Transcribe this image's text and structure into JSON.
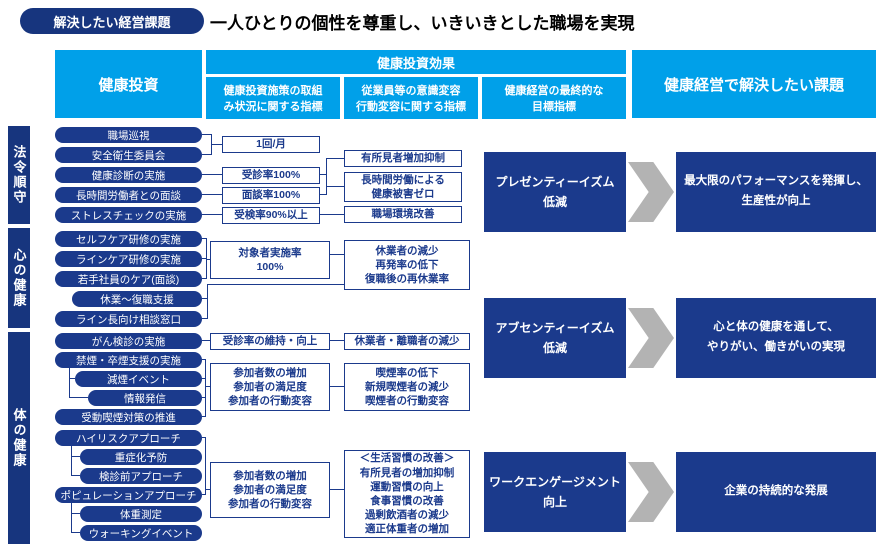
{
  "colors": {
    "navy": "#1b3a8c",
    "navy_dark": "#17357e",
    "cyan": "#00a0e9",
    "arrow_gray": "#b3b3b3"
  },
  "page": {
    "badge": "解決したい経営課題",
    "title": "一人ひとりの個性を尊重し、いきいきとした職場を実現"
  },
  "headers": {
    "investment": "健康投資",
    "effect": "健康投資効果",
    "metric_activity": "健康投資施策の取組\nみ状況に関する指標",
    "metric_behavior": "従業員等の意識変容\n行動変容に関する指標",
    "metric_target": "健康経営の最終的な\n目標指標",
    "issues": "健康経営で解決したい課題"
  },
  "categories": [
    "法令順守",
    "心の健康",
    "体の健康"
  ],
  "investments": [
    "職場巡視",
    "安全衛生委員会",
    "健康診断の実施",
    "長時間労働者との面談",
    "ストレスチェックの実施",
    "セルフケア研修の実施",
    "ラインケア研修の実施",
    "若手社員のケア(面談)",
    "休業～復職支援",
    "ライン長向け相談窓口",
    "がん検診の実施",
    "禁煙・卒煙支援の実施",
    "減煙イベント",
    "情報発信",
    "受動喫煙対策の推進",
    "ハイリスクアプローチ",
    "重症化予防",
    "検診前アプローチ",
    "ポピュレーションアプローチ",
    "体重測定",
    "ウォーキングイベント"
  ],
  "activity_metrics": [
    "1回/月",
    "受診率100%",
    "面談率100%",
    "受検率90%以上",
    "対象者実施率\n100%",
    "受診率の維持・向上",
    "参加者数の増加\n参加者の満足度\n参加者の行動変容",
    "参加者数の増加\n参加者の満足度\n参加者の行動変容"
  ],
  "behavior_metrics": [
    "有所見者増加抑制",
    "長時間労働による\n健康被害ゼロ",
    "職場環境改善",
    "休業者の減少\n再発率の低下\n復職後の再休業率",
    "休業者・離職者の減少",
    "喫煙率の低下\n新規喫煙者の減少\n喫煙者の行動変容",
    "＜生活習慣の改善＞\n有所見者の増加抑制\n運動習慣の向上\n食事習慣の改善\n過剰飲酒者の減少\n適正体重者の増加"
  ],
  "target_metrics": [
    "プレゼンティーイズム\n低減",
    "アブセンティーイズム\n低減",
    "ワークエンゲージメント\n向上"
  ],
  "outcomes": [
    "最大限のパフォーマンスを発揮し、\n生産性が向上",
    "心と体の健康を通して、\nやりがい、働きがいの実現",
    "企業の持続的な発展"
  ]
}
